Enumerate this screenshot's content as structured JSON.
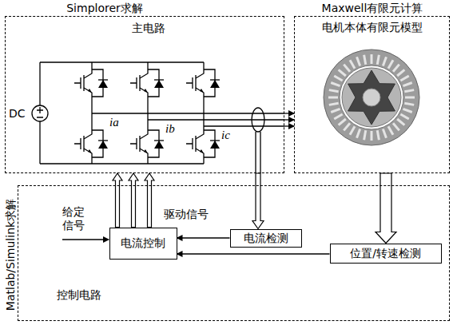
{
  "diagram": {
    "nodes": [
      {
        "text": [
          "Simplorer求解",
          "主电路"
        ]
      },
      {
        "text": [
          "Maxwell有限元计算",
          "电机本体有限元模型"
        ]
      },
      {
        "text": [
          "Matlab/Simulink求解",
          "控制电路"
        ]
      },
      {
        "text": [
          "电流控制"
        ],
        "in": 2
      },
      {
        "text": [
          "电流检测"
        ],
        "in": 2
      },
      {
        "text": [
          "位置/转速检测"
        ],
        "in": 2
      }
    ],
    "edges": [
      {
        "from": 0,
        "to": 1,
        "arrow": "to"
      },
      {
        "from": 0,
        "to": 4,
        "arrow": "to"
      },
      {
        "from": 1,
        "to": 5,
        "arrow": "to"
      },
      {
        "from": 3,
        "to": 0,
        "arrow": "to"
      },
      {
        "from": 4,
        "to": 3,
        "arrow": "to"
      },
      {
        "from": 5,
        "to": 3,
        "arrow": "to"
      }
    ],
    "labels": [
      "DC",
      "ia",
      "ib",
      "ic",
      "给定 信号",
      "驱动信号"
    ]
  }
}
